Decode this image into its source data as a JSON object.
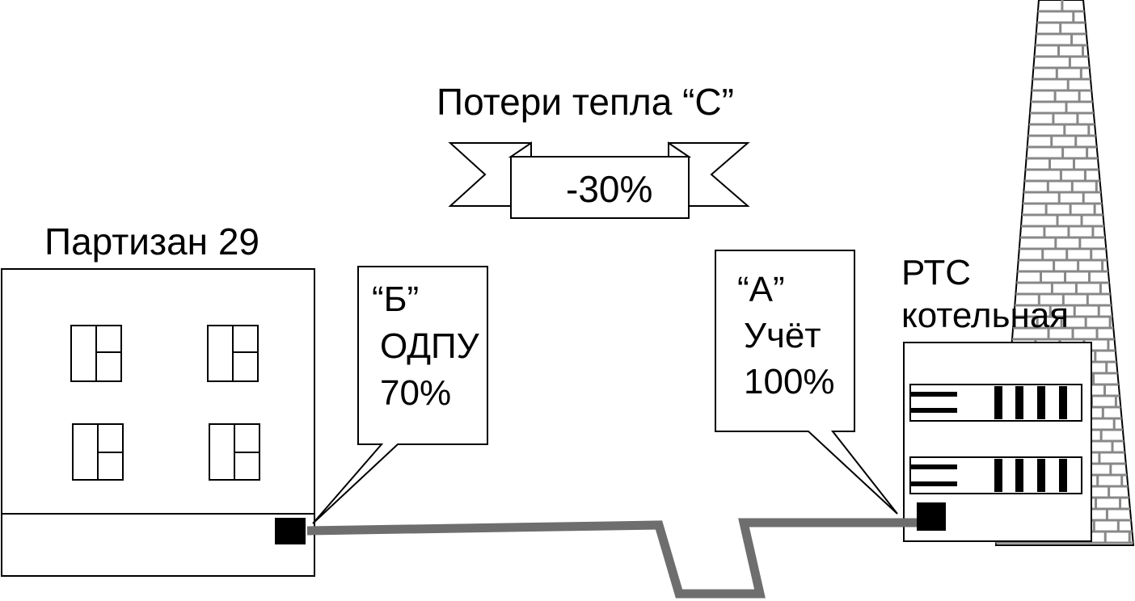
{
  "loss": {
    "title": "Потери тепла “С”",
    "value": "-30%"
  },
  "house": {
    "name": "Партизан 29"
  },
  "meter_b": {
    "tag": "“Б”",
    "name": "ОДПУ",
    "percent": "70%"
  },
  "meter_a": {
    "tag": "“А”",
    "name": "Учёт",
    "percent": "100%"
  },
  "boiler": {
    "line1": "РТС",
    "line2": "котельная"
  },
  "colors": {
    "pipe": "#6e6e6e",
    "line": "#000000",
    "chimney_fill": "#ffffff"
  }
}
